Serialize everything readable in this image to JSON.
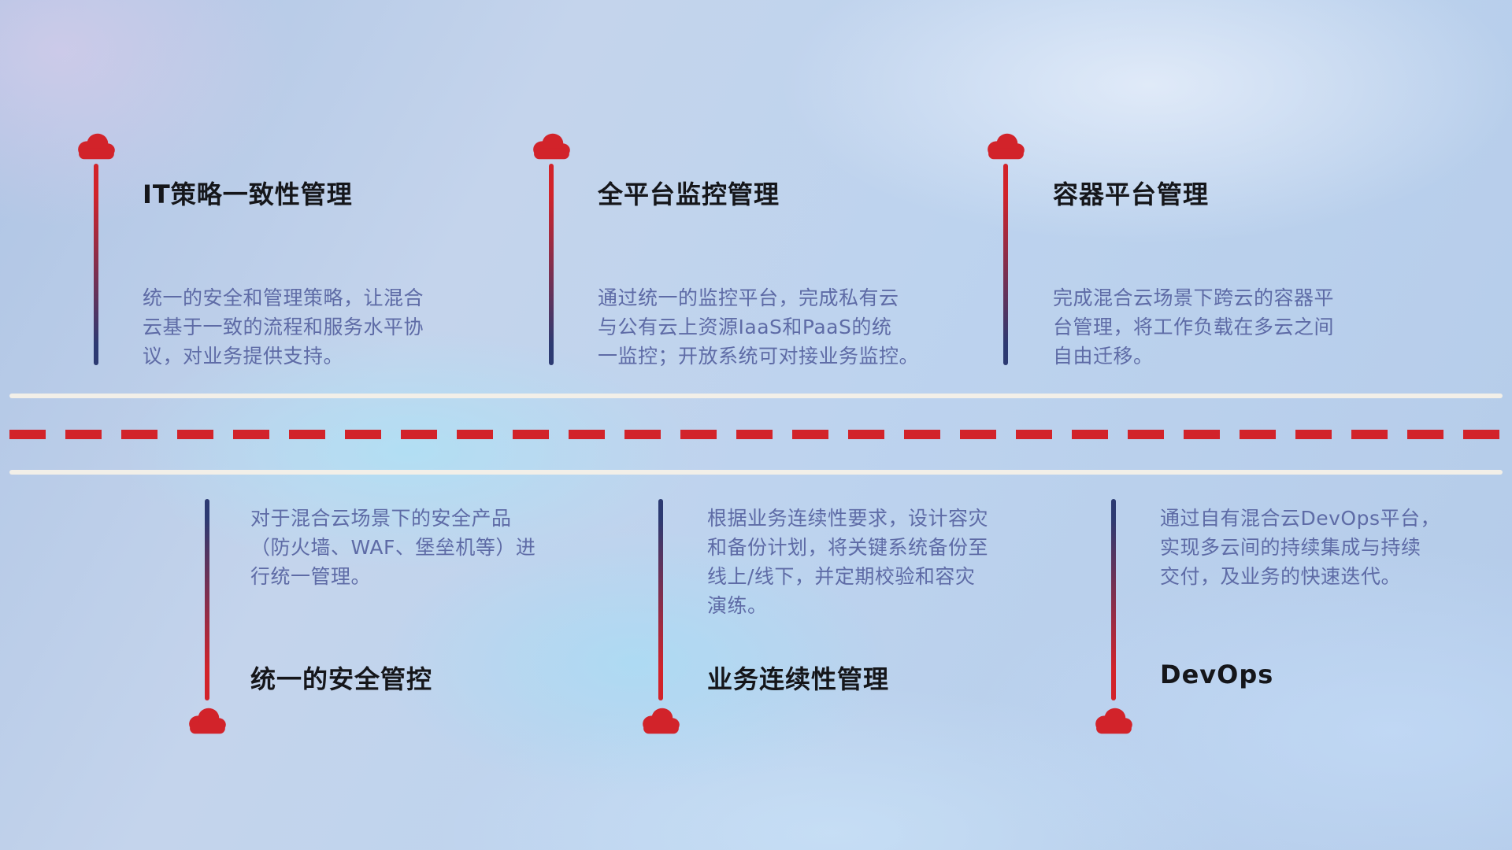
{
  "colors": {
    "accent_red": "#d2232a",
    "stem_navy": "#2c3a72",
    "desc_blue": "#5e6ba6",
    "title_dark": "#15161a",
    "line_cream": "#f2efe8"
  },
  "timeline": {
    "top_items": [
      {
        "title": "IT策略一致性管理",
        "desc": "统一的安全和管理策略，让混合\n云基于一致的流程和服务水平协\n议，对业务提供支持。"
      },
      {
        "title": "全平台监控管理",
        "desc": "通过统一的监控平台，完成私有云\n与公有云上资源IaaS和PaaS的统\n一监控；开放系统可对接业务监控。"
      },
      {
        "title": "容器平台管理",
        "desc": "完成混合云场景下跨云的容器平\n台管理，将工作负载在多云之间\n自由迁移。"
      }
    ],
    "bottom_items": [
      {
        "title": "统一的安全管控",
        "desc": "对于混合云场景下的安全产品\n（防火墙、WAF、堡垒机等）进\n行统一管理。"
      },
      {
        "title": "业务连续性管理",
        "desc": "根据业务连续性要求，设计容灾\n和备份计划，将关键系统备份至\n线上/线下，并定期校验和容灾\n演练。"
      },
      {
        "title": "DevOps",
        "desc": "通过自有混合云DevOps平台，\n实现多云间的持续集成与持续\n交付，及业务的快速迭代。"
      }
    ]
  }
}
